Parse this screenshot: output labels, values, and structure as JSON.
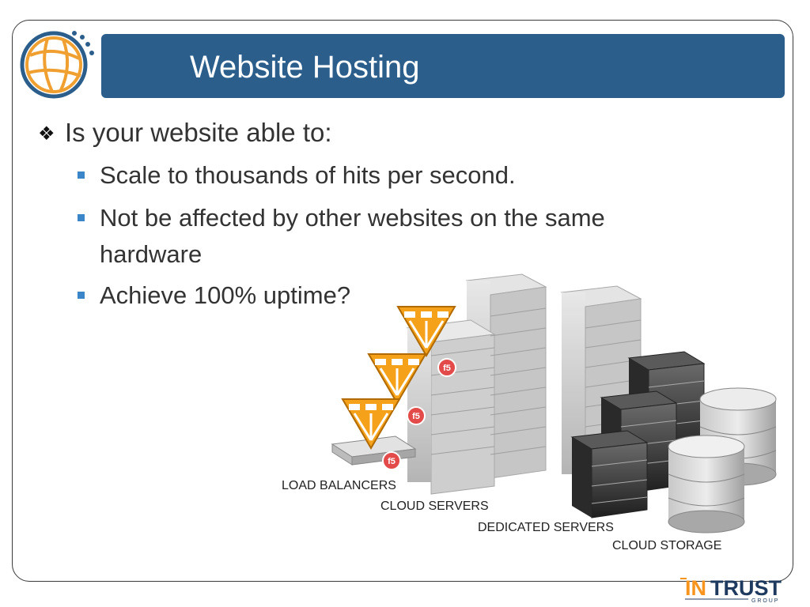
{
  "slide": {
    "title": "Website Hosting",
    "level1": {
      "bullet_icon": "diamond-flower-bullet",
      "text": "Is your website able to:"
    },
    "level2": [
      {
        "text": "Scale to thousands of hits per second."
      },
      {
        "text": "Not be affected by other websites on the same",
        "text2": "hardware"
      },
      {
        "text": "Achieve 100% uptime?"
      }
    ],
    "diagram": {
      "labels": [
        "LOAD BALANCERS",
        "CLOUD SERVERS",
        "DEDICATED SERVERS",
        "CLOUD STORAGE"
      ],
      "balancer_badge": "f5"
    },
    "logo": {
      "brand_in": "IN",
      "brand_trust": "TRUST",
      "sub": "G R O U P"
    }
  },
  "colors": {
    "title_bar": "#2c5e8c",
    "bullet_square": "#3a86c8",
    "globe_orange": "#f0a030",
    "globe_blue": "#2c5e8c",
    "logo_orange": "#f7941d",
    "logo_navy": "#1f3a5f"
  }
}
